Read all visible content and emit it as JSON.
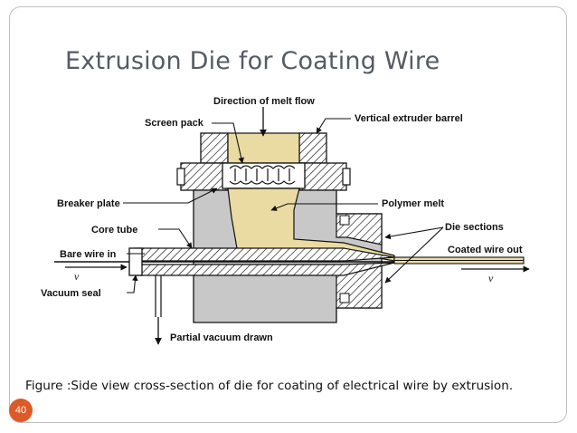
{
  "slide": {
    "title": "Extrusion Die for Coating Wire",
    "caption": "Figure :Side view cross-section of die for coating of electrical wire by extrusion.",
    "page_number": "40"
  },
  "diagram": {
    "labels": {
      "melt_flow": "Direction of melt flow",
      "screen_pack": "Screen pack",
      "barrel": "Vertical extruder barrel",
      "breaker_plate": "Breaker plate",
      "polymer_melt": "Polymer melt",
      "core_tube": "Core tube",
      "die_sections": "Die sections",
      "bare_wire": "Bare wire in",
      "coated_wire": "Coated wire out",
      "vacuum_seal": "Vacuum seal",
      "partial_vacuum": "Partial vacuum drawn",
      "v_in": "v",
      "v_out": "v"
    },
    "colors": {
      "melt": "#eadba2",
      "metal": "#c8c8c8",
      "outline": "#111111",
      "accent": "#dd5a28"
    }
  }
}
